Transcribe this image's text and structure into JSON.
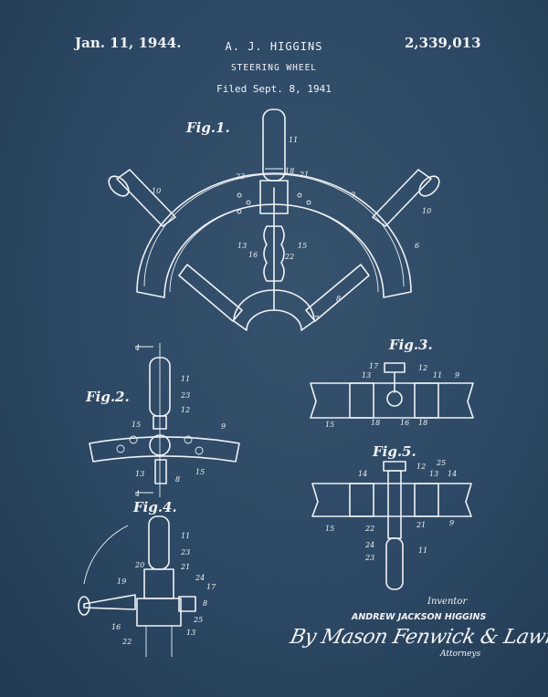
{
  "header": {
    "date": "Jan. 11, 1944.",
    "inventor_name": "A. J. HIGGINS",
    "title": "STEERING WHEEL",
    "filed": "Filed Sept. 8, 1941",
    "patent_number": "2,339,013"
  },
  "figures": {
    "fig1": "Fig.1.",
    "fig2": "Fig.2.",
    "fig3": "Fig.3.",
    "fig4": "Fig.4.",
    "fig5": "Fig.5."
  },
  "labels": {
    "fig1": [
      "11",
      "18",
      "21",
      "23",
      "9",
      "10",
      "10",
      "6",
      "13",
      "16",
      "15",
      "22",
      "8",
      "7"
    ],
    "fig2": [
      "4",
      "11",
      "23",
      "12",
      "9",
      "15",
      "15",
      "13",
      "8",
      "4"
    ],
    "fig3": [
      "17",
      "13",
      "12",
      "11",
      "9",
      "15",
      "18",
      "16",
      "18"
    ],
    "fig5": [
      "14",
      "12",
      "25",
      "13",
      "14",
      "15",
      "22",
      "21",
      "24",
      "9",
      "23",
      "11"
    ],
    "fig4": [
      "11",
      "23",
      "20",
      "21",
      "19",
      "24",
      "17",
      "8",
      "16",
      "25",
      "22",
      "13"
    ]
  },
  "footer": {
    "inventor_label": "Inventor",
    "inventor_full_name": "ANDREW JACKSON HIGGINS",
    "signature": "By Mason Fenwick & Lawrence",
    "attorneys_label": "Attorneys"
  },
  "colors": {
    "background": "#2c4864",
    "ink": "#eef2f5"
  }
}
